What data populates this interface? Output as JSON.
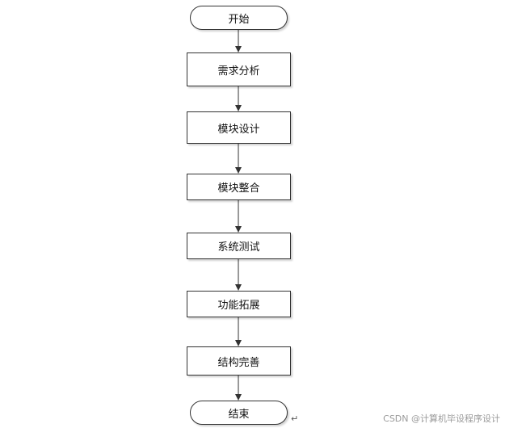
{
  "flowchart": {
    "start": "开始",
    "steps": [
      "需求分析",
      "模块设计",
      "模块整合",
      "系统测试",
      "功能拓展",
      "结构完善"
    ],
    "end": "结束"
  },
  "paragraph_mark": "↵",
  "watermark": "CSDN @计算机毕设程序设计"
}
